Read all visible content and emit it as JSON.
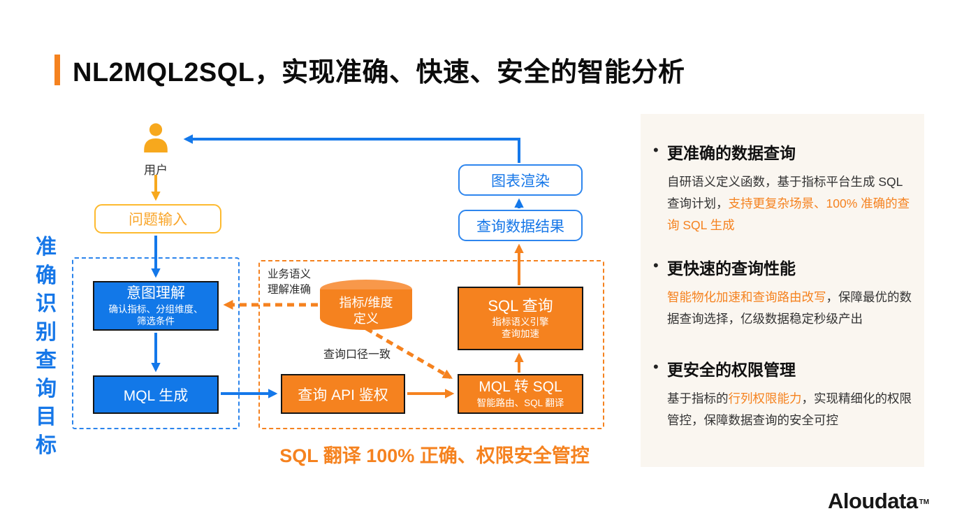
{
  "header": {
    "title": "NL2MQL2SQL，实现准确、快速、安全的智能分析"
  },
  "side_label": "准确识别查询目标",
  "flow": {
    "user_label": "用户",
    "question_input_label": "问题输入",
    "intent_title": "意图理解",
    "intent_sub_line1": "确认指标、分组维度、",
    "intent_sub_line2": "筛选条件",
    "mql_gen_label": "MQL 生成",
    "biz_semantic_line1": "业务语义",
    "biz_semantic_line2": "理解准确",
    "cylinder_line1": "指标/维度",
    "cylinder_line2": "定义",
    "caliber_note": "查询口径一致",
    "api_auth_label": "查询 API 鉴权",
    "mql2sql_title": "MQL 转 SQL",
    "mql2sql_sub": "智能路由、SQL 翻译",
    "sql_query_title": "SQL 查询",
    "sql_query_sub_line1": "指标语义引擎",
    "sql_query_sub_line2": "查询加速",
    "query_result_label": "查询数据结果",
    "chart_render_label": "图表渲染",
    "bottom_caption": "SQL 翻译 100% 正确、权限安全管控"
  },
  "bullet_glyph": "•",
  "benefits": [
    {
      "heading": "更准确的数据查询",
      "body_pre": "自研语义定义函数，基于指标平台生成 SQL 查询计划，",
      "body_highlight": "支持更复杂场景、100% 准确的查询 SQL 生成",
      "body_post": ""
    },
    {
      "heading": "更快速的查询性能",
      "body_pre": "",
      "body_highlight": "智能物化加速和查询路由改写",
      "body_post": "，保障最优的数据查询选择，亿级数据稳定秒级产出"
    },
    {
      "heading": "更安全的权限管理",
      "body_pre": "基于指标的",
      "body_highlight": "行列权限能力",
      "body_post": "，实现精细化的权限管控，保障数据查询的安全可控"
    }
  ],
  "logo": {
    "name": "Aloudata",
    "tm": "TM"
  },
  "colors": {
    "blue": "#1478EA",
    "amber": "#FBAD18",
    "orange": "#F5821F",
    "panel_bg": "#FAF6F0"
  }
}
